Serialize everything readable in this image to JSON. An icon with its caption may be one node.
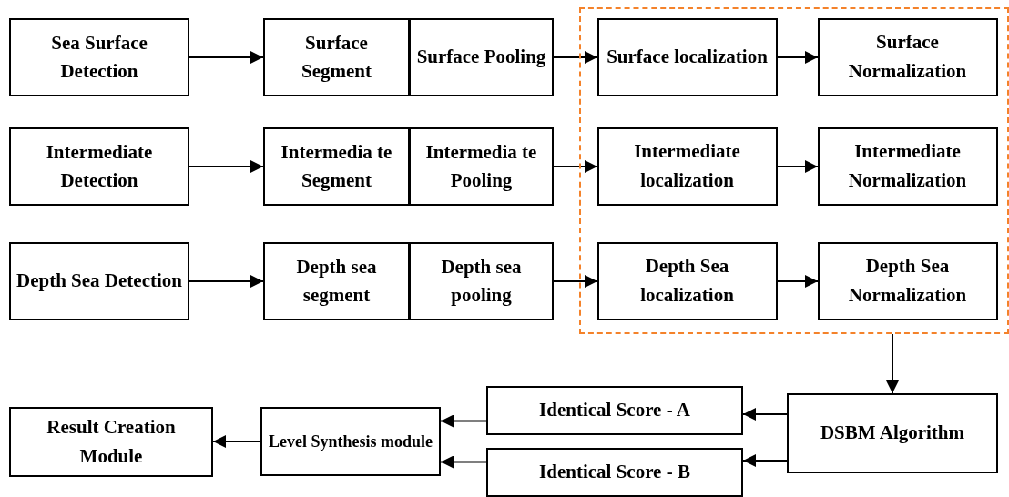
{
  "diagram": {
    "nodes": [
      {
        "text": [
          "Sea Surface Detection"
        ]
      },
      {
        "text": [
          "Surface Segment"
        ]
      },
      {
        "text": [
          "Surface Pooling"
        ]
      },
      {
        "text": [],
        "shape": "box"
      },
      {
        "text": [
          "Surface localization"
        ],
        "in": 3
      },
      {
        "text": [
          "Surface Normalization"
        ],
        "in": 3
      },
      {
        "text": [
          "Intermediate Detection"
        ]
      },
      {
        "text": [
          "Intermedia te Segment"
        ]
      },
      {
        "text": [
          "Intermedia te Pooling"
        ]
      },
      {
        "text": [
          "Intermediate localization"
        ],
        "in": 3
      },
      {
        "text": [
          "Intermediate Normalization"
        ],
        "in": 3
      },
      {
        "text": [
          "Depth Sea Detection"
        ]
      },
      {
        "text": [
          "Depth sea segment"
        ]
      },
      {
        "text": [
          "Depth sea pooling"
        ]
      },
      {
        "text": [
          "Depth Sea localization"
        ],
        "in": 3
      },
      {
        "text": [
          "Depth Sea Normalization"
        ],
        "in": 3
      },
      {
        "text": [
          "DSBM Algorithm"
        ]
      },
      {
        "text": [
          "Identical Score - A"
        ]
      },
      {
        "text": [
          "Identical Score - B"
        ]
      },
      {
        "text": [
          "Level Synthesis module"
        ]
      },
      {
        "text": [
          "Result Creation Module"
        ]
      }
    ],
    "edges": [
      {
        "from": 0,
        "to": 1,
        "arrow": "to"
      },
      {
        "from": 2,
        "to": 4,
        "arrow": "to"
      },
      {
        "from": 4,
        "to": 5,
        "arrow": "to"
      },
      {
        "from": 6,
        "to": 7,
        "arrow": "to"
      },
      {
        "from": 8,
        "to": 9,
        "arrow": "to"
      },
      {
        "from": 9,
        "to": 10,
        "arrow": "to"
      },
      {
        "from": 11,
        "to": 12,
        "arrow": "to"
      },
      {
        "from": 13,
        "to": 14,
        "arrow": "to"
      },
      {
        "from": 14,
        "to": 15,
        "arrow": "to"
      },
      {
        "from": 3,
        "to": 16,
        "arrow": "to"
      },
      {
        "from": 16,
        "to": 17,
        "arrow": "to"
      },
      {
        "from": 16,
        "to": 18,
        "arrow": "to"
      },
      {
        "from": 17,
        "to": 19,
        "arrow": "to"
      },
      {
        "from": 18,
        "to": 19,
        "arrow": "to"
      },
      {
        "from": 19,
        "to": 20,
        "arrow": "to"
      }
    ]
  }
}
